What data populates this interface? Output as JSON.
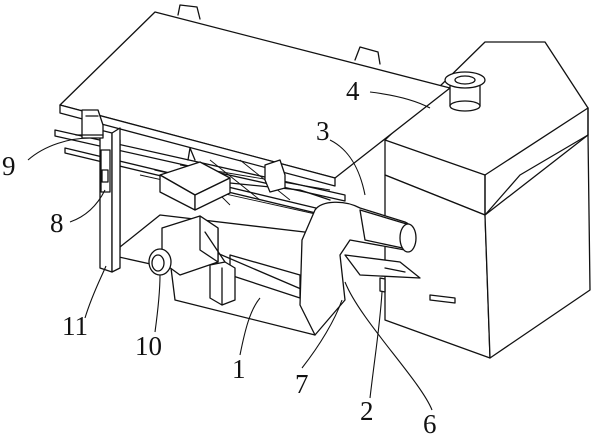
{
  "callouts": [
    {
      "id": "1",
      "label": "1"
    },
    {
      "id": "2",
      "label": "2"
    },
    {
      "id": "3",
      "label": "3"
    },
    {
      "id": "4",
      "label": "4"
    },
    {
      "id": "6",
      "label": "6"
    },
    {
      "id": "7",
      "label": "7"
    },
    {
      "id": "8",
      "label": "8"
    },
    {
      "id": "9",
      "label": "9"
    },
    {
      "id": "10",
      "label": "10"
    },
    {
      "id": "11",
      "label": "11"
    }
  ]
}
